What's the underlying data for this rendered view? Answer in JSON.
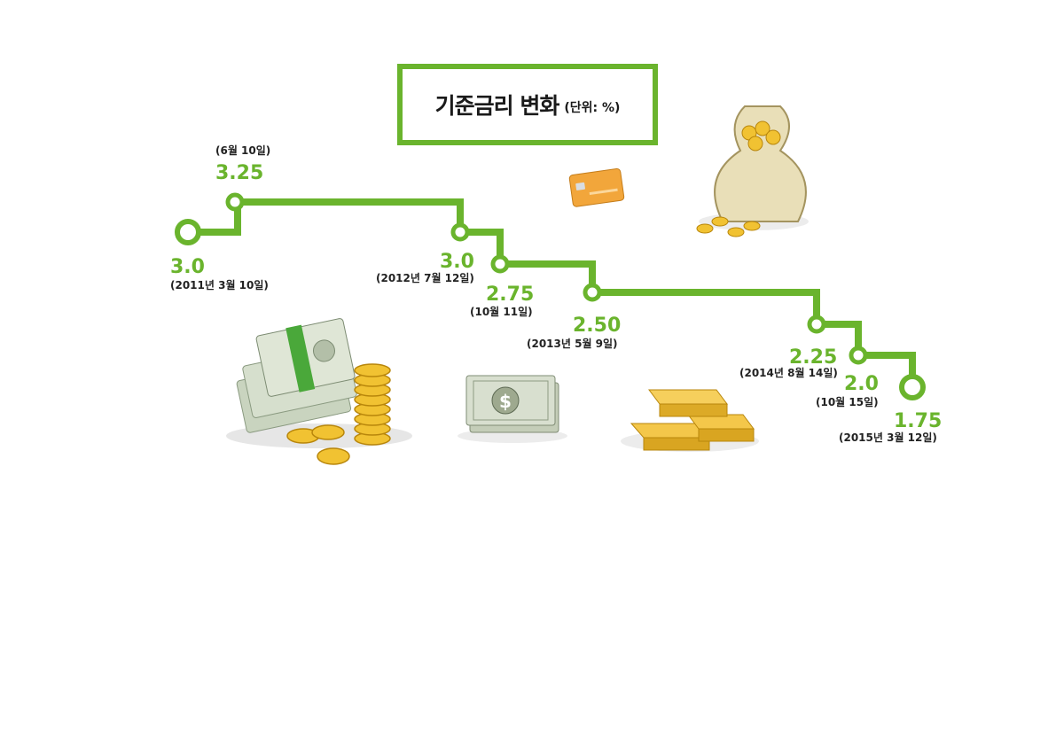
{
  "title": {
    "main": "기준금리 변화",
    "unit": "(단위: %)"
  },
  "colors": {
    "line": "#6ab42d",
    "value_text": "#6ab42d",
    "date_text": "#222222"
  },
  "decorations": [
    "money-stack-with-coins-icon",
    "dollar-bills-icon",
    "gold-bars-icon",
    "credit-card-icon",
    "coin-bag-icon"
  ],
  "chart_data": {
    "type": "line",
    "title": "기준금리 변화",
    "unit": "%",
    "step": true,
    "points": [
      {
        "date": "(2011년 3월 10일)",
        "value": "3.0"
      },
      {
        "date": "(6월 10일)",
        "value": "3.25"
      },
      {
        "date": "(2012년 7월 12일)",
        "value": "3.0"
      },
      {
        "date": "(10월 11일)",
        "value": "2.75"
      },
      {
        "date": "(2013년 5월 9일)",
        "value": "2.50"
      },
      {
        "date": "(2014년 8월 14일)",
        "value": "2.25"
      },
      {
        "date": "(10월 15일)",
        "value": "2.0"
      },
      {
        "date": "(2015년 3월 12일)",
        "value": "1.75"
      }
    ]
  }
}
